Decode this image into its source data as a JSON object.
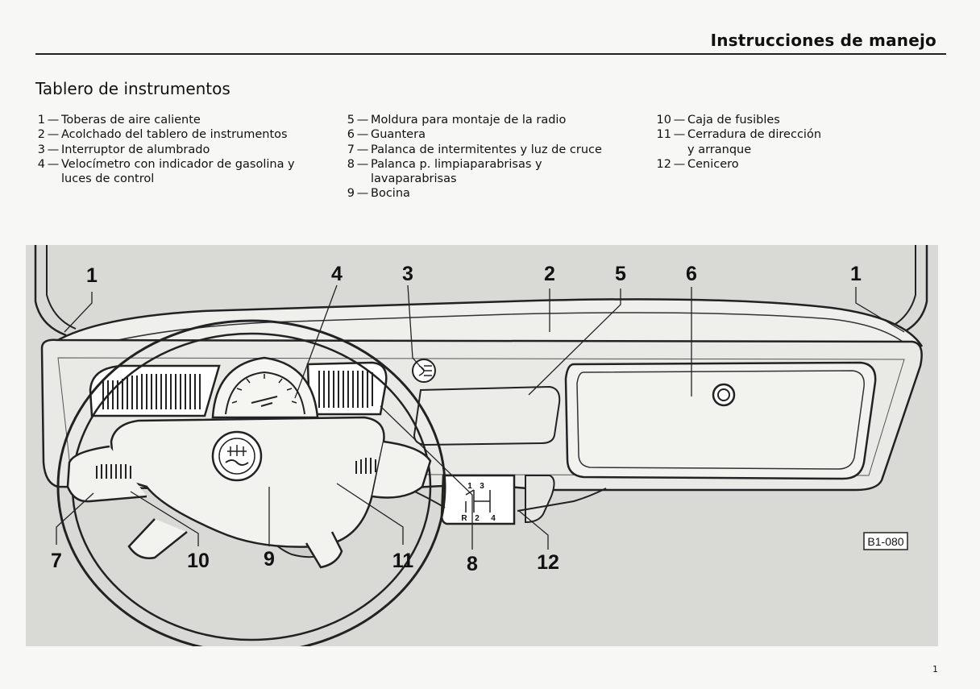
{
  "header": {
    "title": "Instrucciones de manejo"
  },
  "section_title": "Tablero de instrumentos",
  "legend": {
    "col1": [
      {
        "num": "1",
        "text": "Toberas de aire caliente"
      },
      {
        "num": "2",
        "text": "Acolchado del tablero de instrumentos"
      },
      {
        "num": "3",
        "text": "Interruptor de alumbrado"
      },
      {
        "num": "4",
        "text": "Velocímetro con indicador de gasolina y",
        "cont": "luces de control"
      }
    ],
    "col2": [
      {
        "num": "5",
        "text": "Moldura para montaje de la radio"
      },
      {
        "num": "6",
        "text": "Guantera"
      },
      {
        "num": "7",
        "text": "Palanca de intermitentes y luz de cruce"
      },
      {
        "num": "8",
        "text": "Palanca p. limpiaparabrisas y",
        "cont": "lavaparabrisas"
      },
      {
        "num": "9",
        "text": "Bocina"
      }
    ],
    "col3": [
      {
        "num": "10",
        "text": "Caja de fusibles"
      },
      {
        "num": "11",
        "text": "Cerradura de dirección",
        "cont": "y arranque"
      },
      {
        "num": "12",
        "text": "Cenicero"
      }
    ]
  },
  "figure": {
    "callouts": [
      "1",
      "4",
      "3",
      "2",
      "5",
      "6",
      "1",
      "7",
      "10",
      "9",
      "11",
      "8",
      "12"
    ],
    "ref_code": "B1-080",
    "gear_labels": [
      "1",
      "3",
      "R",
      "2",
      "4"
    ]
  },
  "page_number": "1"
}
